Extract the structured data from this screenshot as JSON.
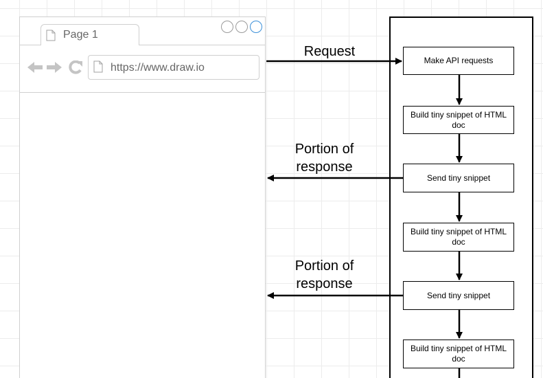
{
  "browser": {
    "tab_title": "Page 1",
    "url": "https://www.draw.io",
    "window_controls": [
      "circle",
      "circle",
      "circle-accent"
    ],
    "accent_color": "#3a8fd8"
  },
  "steps": [
    "Make API requests",
    "Build tiny snippet of HTML doc",
    "Send tiny snippet",
    "Build tiny snippet of HTML doc",
    "Send tiny snippet",
    "Build tiny snippet of HTML doc"
  ],
  "labels": {
    "request": "Request",
    "response_1": "Portion of response",
    "response_2": "Portion of response"
  }
}
